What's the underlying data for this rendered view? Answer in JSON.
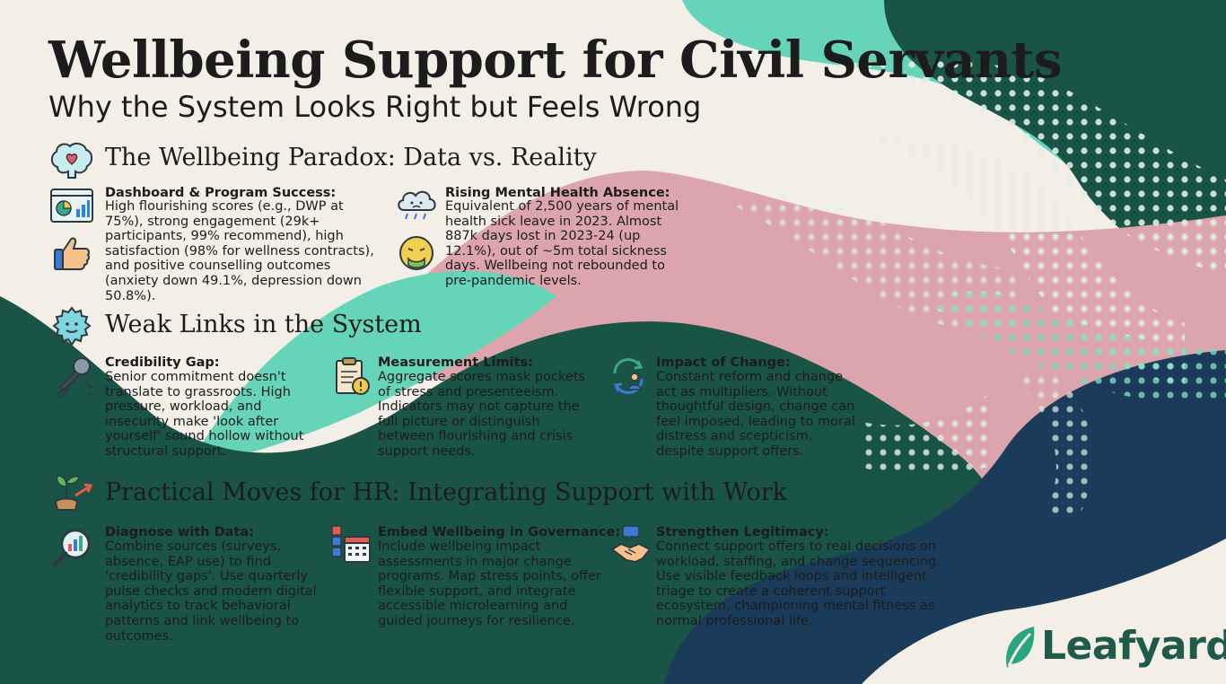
{
  "title": "Wellbeing Support for Civil Servants",
  "subtitle": "Why the System Looks Right but Feels Wrong",
  "sections": {
    "paradox": {
      "title": "The Wellbeing Paradox: Data vs. Reality",
      "cards": [
        {
          "head": "Dashboard & Program Success:",
          "body": "High flourishing scores (e.g., DWP at 75%), strong engagement (29k+ participants, 99% recommend), high satisfaction (98% for wellness contracts), and positive counselling outcomes (anxiety down 49.1%, depression down 50.8%)."
        },
        {
          "head": "Rising Mental Health Absence:",
          "body": "Equivalent of 2,500 years of mental health sick leave in 2023. Almost 887k days lost in 2023-24 (up 12.1%), out of ~5m total sickness days. Wellbeing not rebounded to pre-pandemic levels."
        }
      ]
    },
    "weak_links": {
      "title": "Weak Links in the System",
      "cards": [
        {
          "head": "Credibility Gap:",
          "body": "Senior commitment doesn't translate to grassroots. High pressure, workload, and insecurity make 'look after yourself' sound hollow without structural support."
        },
        {
          "head": "Measurement Limits:",
          "body": "Aggregate scores mask pockets of stress and presenteeism. Indicators may not capture the full picture or distinguish between flourishing and crisis support needs."
        },
        {
          "head": "Impact of Change:",
          "body": "Constant reform and change act as multipliers. Without thoughtful design, change can feel imposed, leading to moral distress and scepticism, despite support offers."
        }
      ]
    },
    "moves": {
      "title": "Practical Moves for HR: Integrating Support with Work",
      "cards": [
        {
          "head": "Diagnose with Data:",
          "body": "Combine sources (surveys, absence, EAP use) to find 'credibility gaps'. Use quarterly pulse checks and modern digital analytics to track behavioral patterns and link wellbeing to outcomes."
        },
        {
          "head": "Embed Wellbeing in Governance:",
          "body": "Include wellbeing impact assessments in major change programs. Map stress points, offer flexible support, and integrate accessible microlearning and guided journeys for resilience."
        },
        {
          "head": "Strengthen Legitimacy:",
          "body": "Connect support offers to real decisions on workload, staffing, and change sequencing. Use visible feedback loops and intelligent triage to create a coherent support ecosystem, championing mental fitness as normal professional life."
        }
      ]
    }
  },
  "brand": {
    "name": "Leafyard"
  },
  "colors": {
    "dark_green": "#1a5446",
    "mint": "#66d4b8",
    "pink": "#dba5ab",
    "navy": "#1b3b5a",
    "cream": "#f3efe6"
  },
  "icons": [
    "brain-heart-icon",
    "dashboard-chart-icon",
    "thumbs-up-icon",
    "rain-cloud-icon",
    "sick-face-icon",
    "gear-face-icon",
    "broken-microphone-icon",
    "clipboard-warning-icon",
    "change-cycle-icon",
    "seedling-arrow-icon",
    "magnifier-chart-icon",
    "calendar-blocks-icon",
    "handshake-icon",
    "leaf-logo-icon"
  ]
}
